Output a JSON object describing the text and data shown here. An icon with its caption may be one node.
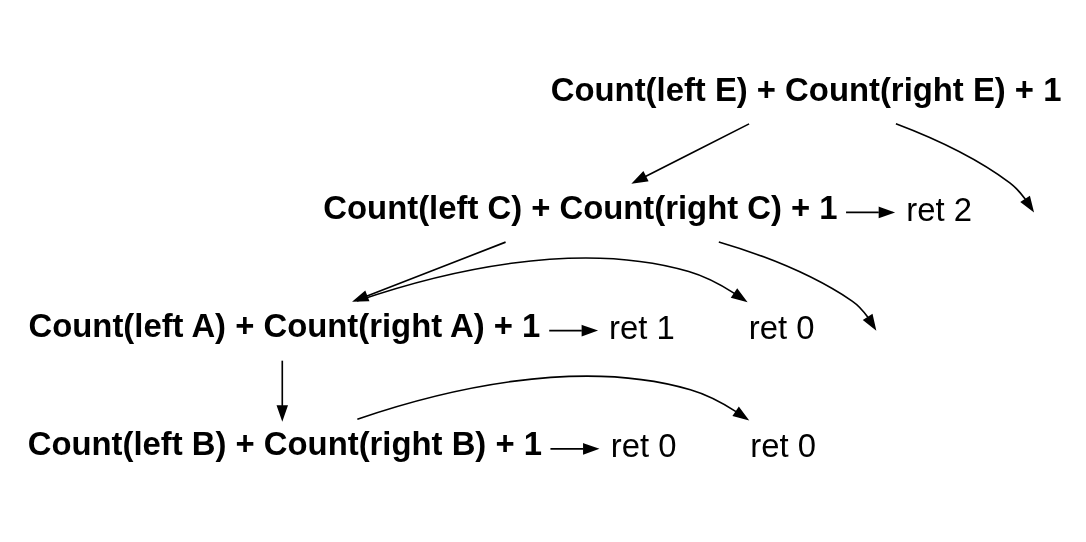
{
  "diagram": {
    "nodes": [
      {
        "text": [
          "Count(left E) + Count(right E) + 1"
        ]
      },
      {
        "text": [
          "ret 2"
        ]
      },
      {
        "text": [
          "Count(left C) + Count(right C) + 1"
        ]
      },
      {
        "text": [
          "ret 0"
        ]
      },
      {
        "text": [
          "ret 1"
        ]
      },
      {
        "text": [
          "Count(left A) + Count(right A) + 1"
        ]
      },
      {
        "text": [
          "ret 0"
        ]
      },
      {
        "text": [
          "ret 0"
        ]
      },
      {
        "text": [
          "Count(left B) + Count(right B) + 1"
        ]
      }
    ],
    "edges": [
      {
        "from": 0,
        "to": 2,
        "arrow": "to"
      },
      {
        "from": 0,
        "to": null,
        "arrow": "to"
      },
      {
        "from": 2,
        "to": 1,
        "arrow": "to"
      },
      {
        "from": 2,
        "to": 5,
        "arrow": "to"
      },
      {
        "from": 2,
        "to": null,
        "arrow": "to"
      },
      {
        "from": 5,
        "to": 3,
        "arrow": "to"
      },
      {
        "from": 5,
        "to": 4,
        "arrow": "to"
      },
      {
        "from": 5,
        "to": 8,
        "arrow": "to"
      },
      {
        "from": 8,
        "to": 6,
        "arrow": "to"
      },
      {
        "from": 8,
        "to": 7,
        "arrow": "to"
      }
    ]
  }
}
